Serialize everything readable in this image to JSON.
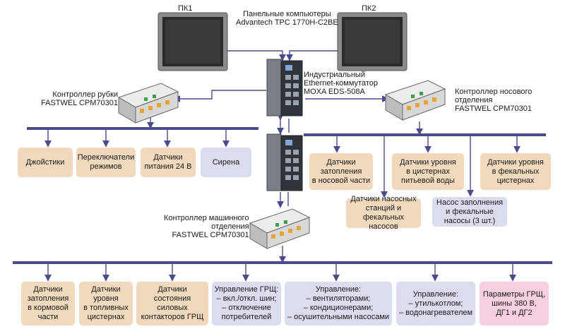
{
  "pc": {
    "left_label": "ПК1",
    "right_label": "ПК2",
    "caption_line1": "Панельные компьютеры",
    "caption_line2": "Advantech TPC 1770H-C2BE"
  },
  "switch": {
    "line1": "Индустриальный",
    "line2": "Ethernet-коммутатор",
    "line3": "MOXA EDS-508A"
  },
  "controllers": {
    "bridge": {
      "line1": "Контроллер рубки",
      "line2": "FASTWEL CPM70301"
    },
    "bow": {
      "line1": "Контроллер носового",
      "line2": "отделения",
      "line3": "FASTWEL CPM70301"
    },
    "engine": {
      "line1": "Контроллер машинного",
      "line2": "отделения",
      "line3": "FASTWEL CPM70301"
    }
  },
  "bridge_boxes": [
    "Джойстики",
    "Переключатели\nрежимов",
    "Датчики\nпитания 24 В",
    "Сирена"
  ],
  "bow_boxes": [
    "Датчики\nзатопления\nв носовой части",
    "Датчики насосных\nстанций и\nфекальных насосов",
    "Датчики уровня\nв цистернах\nпитьевой воды",
    "Насос заполнения\nи фекальные\nнасосы (3 шт.)",
    "Датчики уровня\nв фекальных\nцистернах"
  ],
  "engine_boxes": [
    "Датчики\nзатопления\nв кормовой\nчасти",
    "Датчики\nуровня\nв топливных\nцистернах",
    "Датчики\nсостояния\nсиловых\nконтакторов ГРЩ",
    "Управление ГРЩ:\n– вкл./откл. шин;\n– отключение\nпотребителей",
    "Управление:\n– вентиляторами;\n– кондиционерами;\n– осушительными насосами",
    "Управление:\n– утилькотлом;\n– водонагревателем",
    "Параметры ГРЩ,\nшины 380 В,\nДГ1 и ДГ2"
  ],
  "colors": {
    "bus": "#4b4a8c",
    "sensor_box": "#f1d9bd",
    "control_box": "#dcdcf0",
    "params_box": "#f6cfe1"
  },
  "icons": [
    "panel-pc-icon",
    "ethernet-switch-icon",
    "plc-controller-icon"
  ]
}
